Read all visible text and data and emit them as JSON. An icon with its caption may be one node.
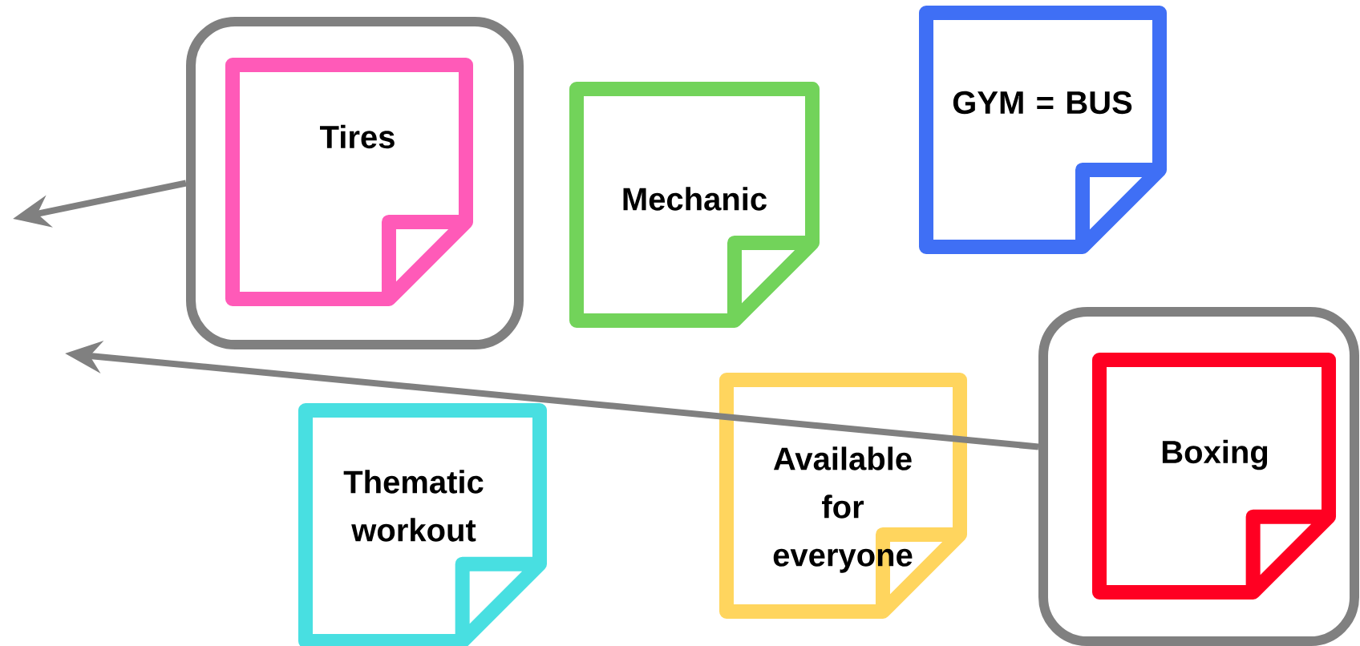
{
  "diagram": {
    "nodes": [
      {
        "text": [],
        "shape": "box"
      },
      {
        "text": [
          "Tires"
        ],
        "in": 0
      },
      {
        "text": [
          "Mechanic"
        ]
      },
      {
        "text": [
          "GYM = BUS"
        ]
      },
      {
        "text": [],
        "shape": "box"
      },
      {
        "text": [
          "Boxing"
        ],
        "in": 4
      },
      {
        "text": [
          "Thematic workout"
        ]
      },
      {
        "text": [
          "Available for everyone"
        ]
      }
    ],
    "edges": [
      {
        "from": 0,
        "to": null,
        "arrow": "to"
      },
      {
        "from": 4,
        "to": null,
        "arrow": "to"
      }
    ]
  }
}
